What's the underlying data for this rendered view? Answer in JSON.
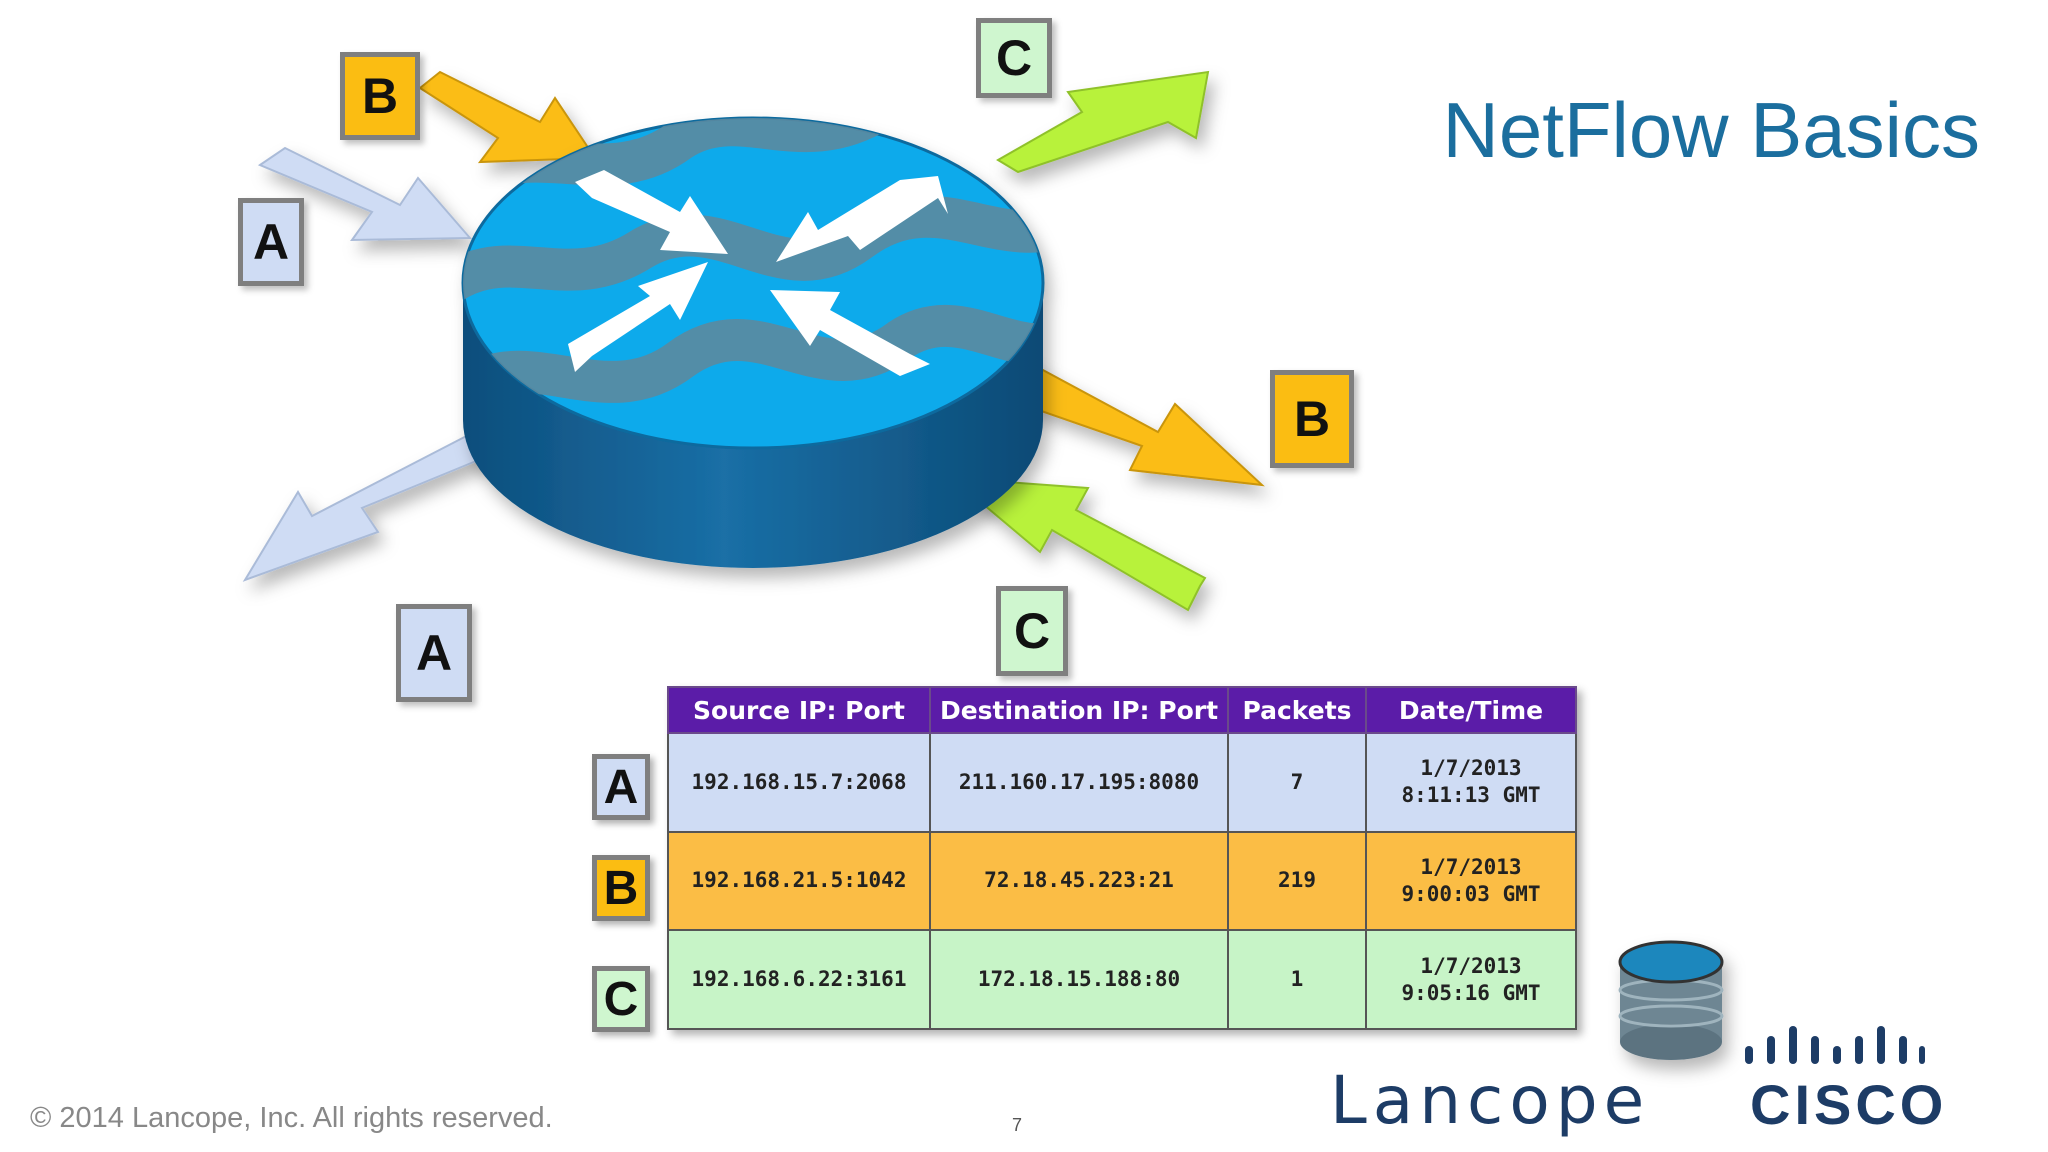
{
  "title": "NetFlow Basics",
  "flow_labels": {
    "a": "A",
    "b": "B",
    "c": "C"
  },
  "table": {
    "headers": [
      "Source IP: Port",
      "Destination IP: Port",
      "Packets",
      "Date/Time"
    ],
    "rows": [
      {
        "label": "A",
        "source": "192.168.15.7:2068",
        "destination": "211.160.17.195:8080",
        "packets": "7",
        "date": "1/7/2013",
        "time": "8:11:13 GMT"
      },
      {
        "label": "B",
        "source": "192.168.21.5:1042",
        "destination": "72.18.45.223:21",
        "packets": "219",
        "date": "1/7/2013",
        "time": "9:00:03 GMT"
      },
      {
        "label": "C",
        "source": "192.168.6.22:3161",
        "destination": "172.18.15.188:80",
        "packets": "1",
        "date": "1/7/2013",
        "time": "9:05:16 GMT"
      }
    ]
  },
  "footer": {
    "copyright": "© 2014 Lancope, Inc. All rights reserved.",
    "page_number": "7"
  },
  "logos": {
    "lancope": "Lancope",
    "cisco": "CISCO"
  },
  "colors": {
    "flow_a": "#cfdcf4",
    "flow_b": "#fbbd12",
    "flow_c": "#b8f23a",
    "router": "#1f8fc9",
    "header": "#5b1ca8"
  },
  "icons": {
    "router": "router-icon",
    "collector": "database-icon"
  }
}
